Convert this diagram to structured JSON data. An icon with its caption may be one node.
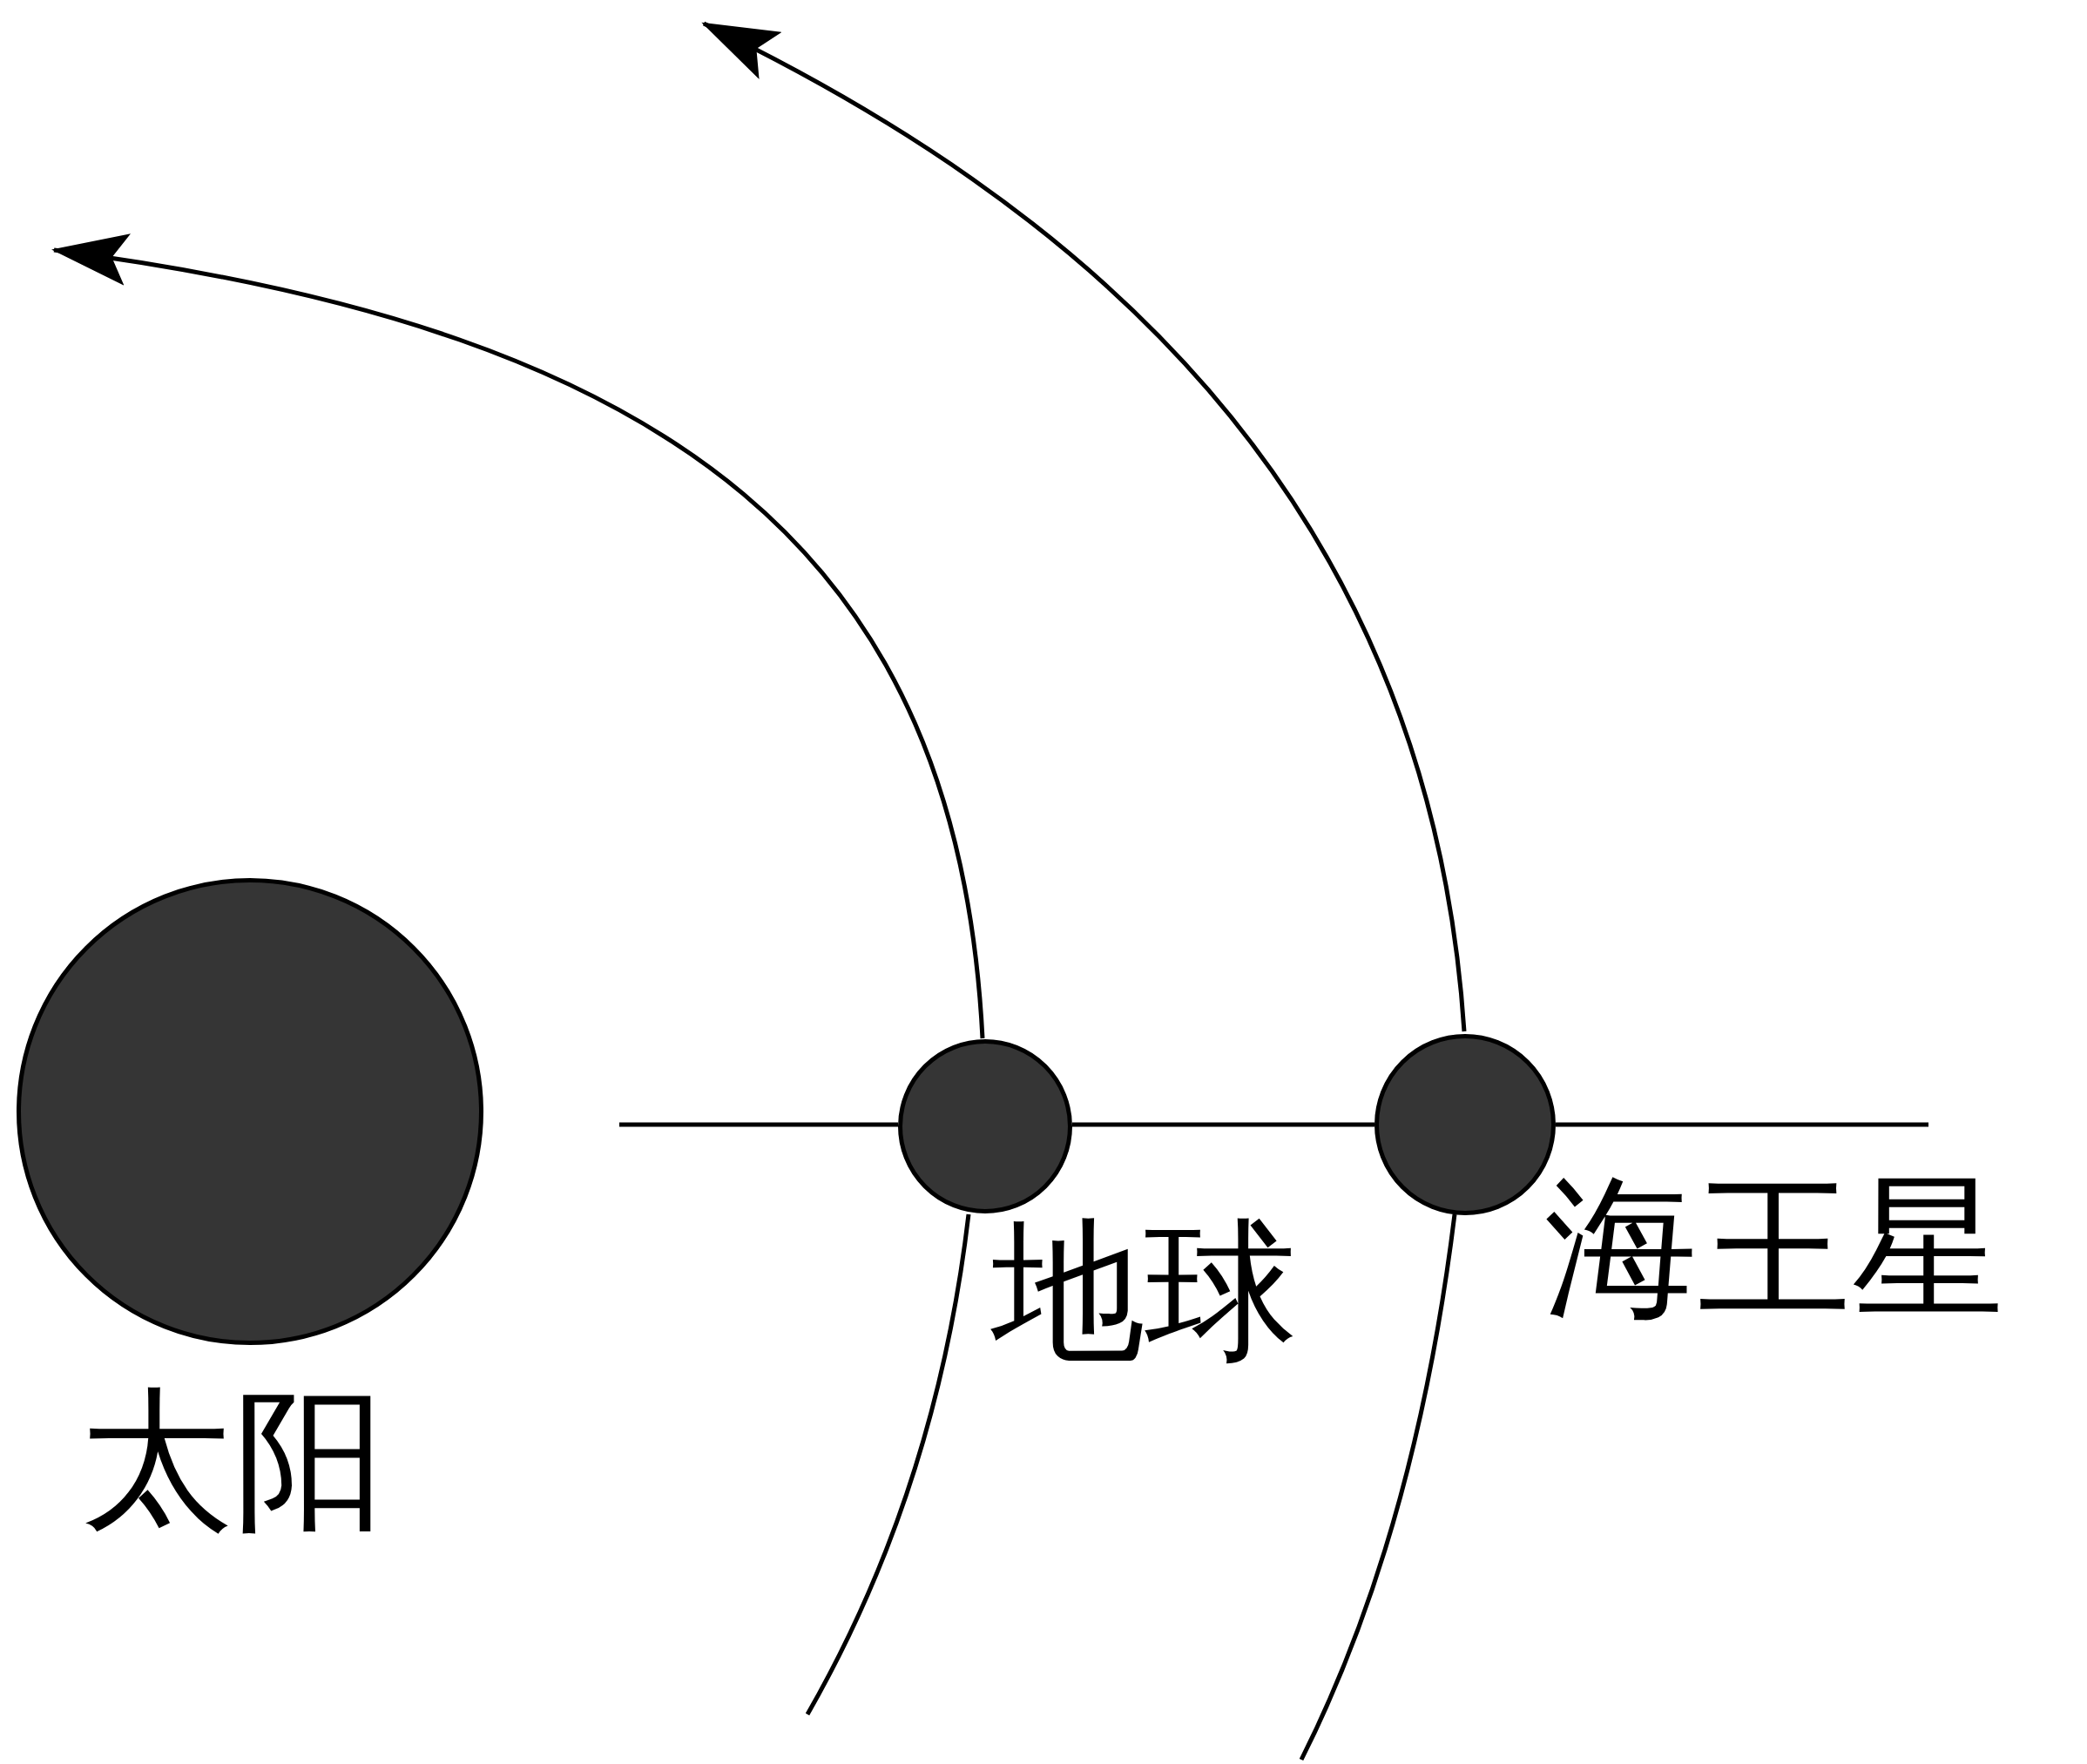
{
  "diagram": {
    "nodes": [
      {
        "text": [],
        "shape": "circle",
        "beside": [
          "太阳"
        ]
      },
      {
        "text": [],
        "shape": "circle",
        "beside": [
          "地球"
        ]
      },
      {
        "text": [],
        "shape": "circle",
        "beside": [
          "海王星"
        ]
      }
    ],
    "edges": [
      {
        "from": null,
        "to": 1,
        "arrow": "none"
      },
      {
        "from": 1,
        "to": 2,
        "arrow": "none"
      },
      {
        "from": 2,
        "to": null,
        "arrow": "none"
      }
    ]
  }
}
